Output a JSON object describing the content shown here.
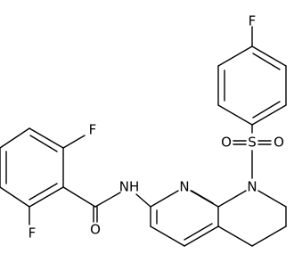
{
  "molecule": {
    "bond_color": "#000000",
    "label_color": "#000000",
    "background": "#ffffff",
    "atoms": {
      "f_para": "F",
      "f_upper": "F",
      "f_lower": "F",
      "sulfur": "S",
      "oxygen_left": "O",
      "oxygen_right": "O",
      "ring_n_left": "N",
      "ring_n_right": "N",
      "amide_nh": "NH",
      "carbonyl_o": "O"
    }
  }
}
